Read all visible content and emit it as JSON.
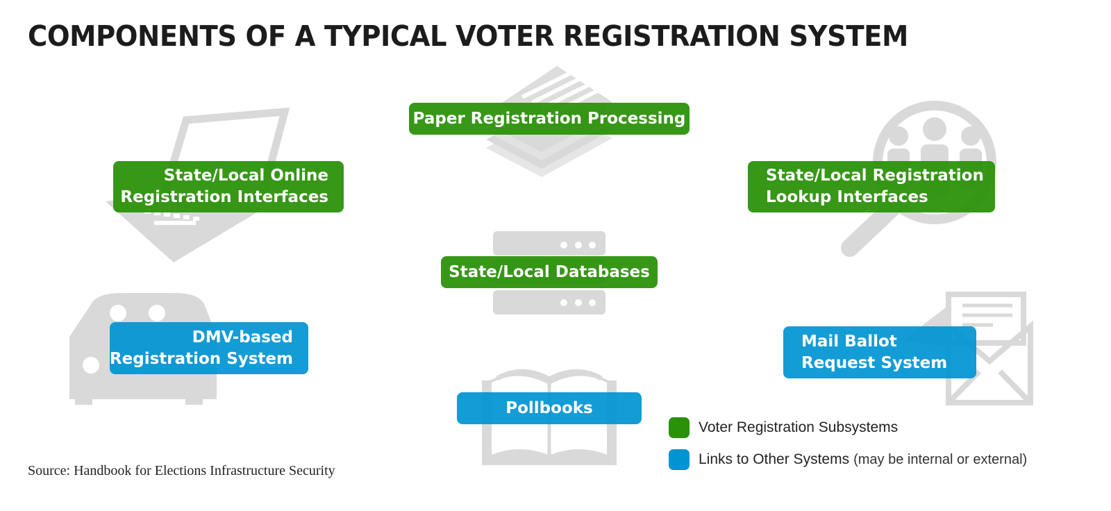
{
  "title": "COMPONENTS OF A TYPICAL VOTER REGISTRATION SYSTEM",
  "colors": {
    "green": "#2b9109",
    "blue": "#0094d2",
    "icon_gray": "#d9d9d9"
  },
  "nodes": {
    "paper": {
      "label": "Paper Registration Processing",
      "icon": "paper-stack-icon"
    },
    "online": {
      "line1": "State/Local Online",
      "line2": "Registration Interfaces",
      "icon": "laptop-icon"
    },
    "lookup": {
      "line1": "State/Local Registration",
      "line2": "Lookup Interfaces",
      "icon": "magnifier-people-icon"
    },
    "databases": {
      "label": "State/Local Databases",
      "icon": "server-icon"
    },
    "dmv": {
      "line1": "DMV-based",
      "line2": "Registration System",
      "icon": "car-icon"
    },
    "mail": {
      "line1": "Mail Ballot",
      "line2": "Request System",
      "icon": "envelope-icon"
    },
    "pollbooks": {
      "label": "Pollbooks",
      "icon": "book-icon"
    }
  },
  "legend": {
    "subsystems": "Voter Registration Subsystems",
    "links": "Links to Other Systems",
    "links_note": "(may be internal or external)"
  },
  "source": "Source: Handbook for Elections Infrastructure Security"
}
